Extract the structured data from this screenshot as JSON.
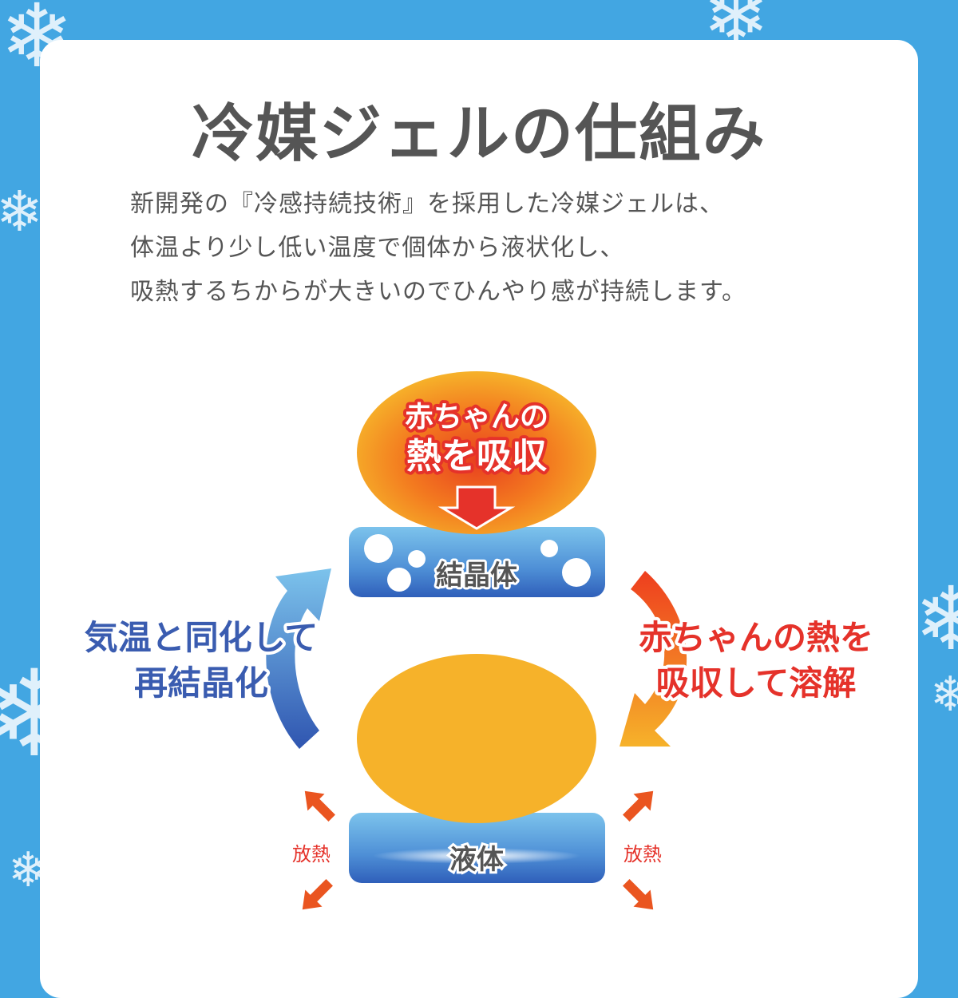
{
  "title": "冷媒ジェルの仕組み",
  "lead": [
    "新開発の『冷感持続技術』を採用した冷媒ジェルは、",
    "体温より少し低い温度で個体から液状化し、",
    "吸熱するちからが大きいのでひんやり感が持続します。"
  ],
  "diagram": {
    "top_bubble": [
      "赤ちゃんの",
      "熱を吸収"
    ],
    "crystal_label": "結晶体",
    "liquid_label": "液体",
    "left_caption": [
      "気温と同化して",
      "再結晶化"
    ],
    "right_caption": [
      "赤ちゃんの熱を",
      "吸収して溶解"
    ],
    "heat_release_left": "放熱",
    "heat_release_right": "放熱"
  },
  "colors": {
    "background": "#42a6e2",
    "text": "#555555",
    "orange": "#f6b22a",
    "red": "#e5322a",
    "blue_caption": "#3a5cb0"
  }
}
